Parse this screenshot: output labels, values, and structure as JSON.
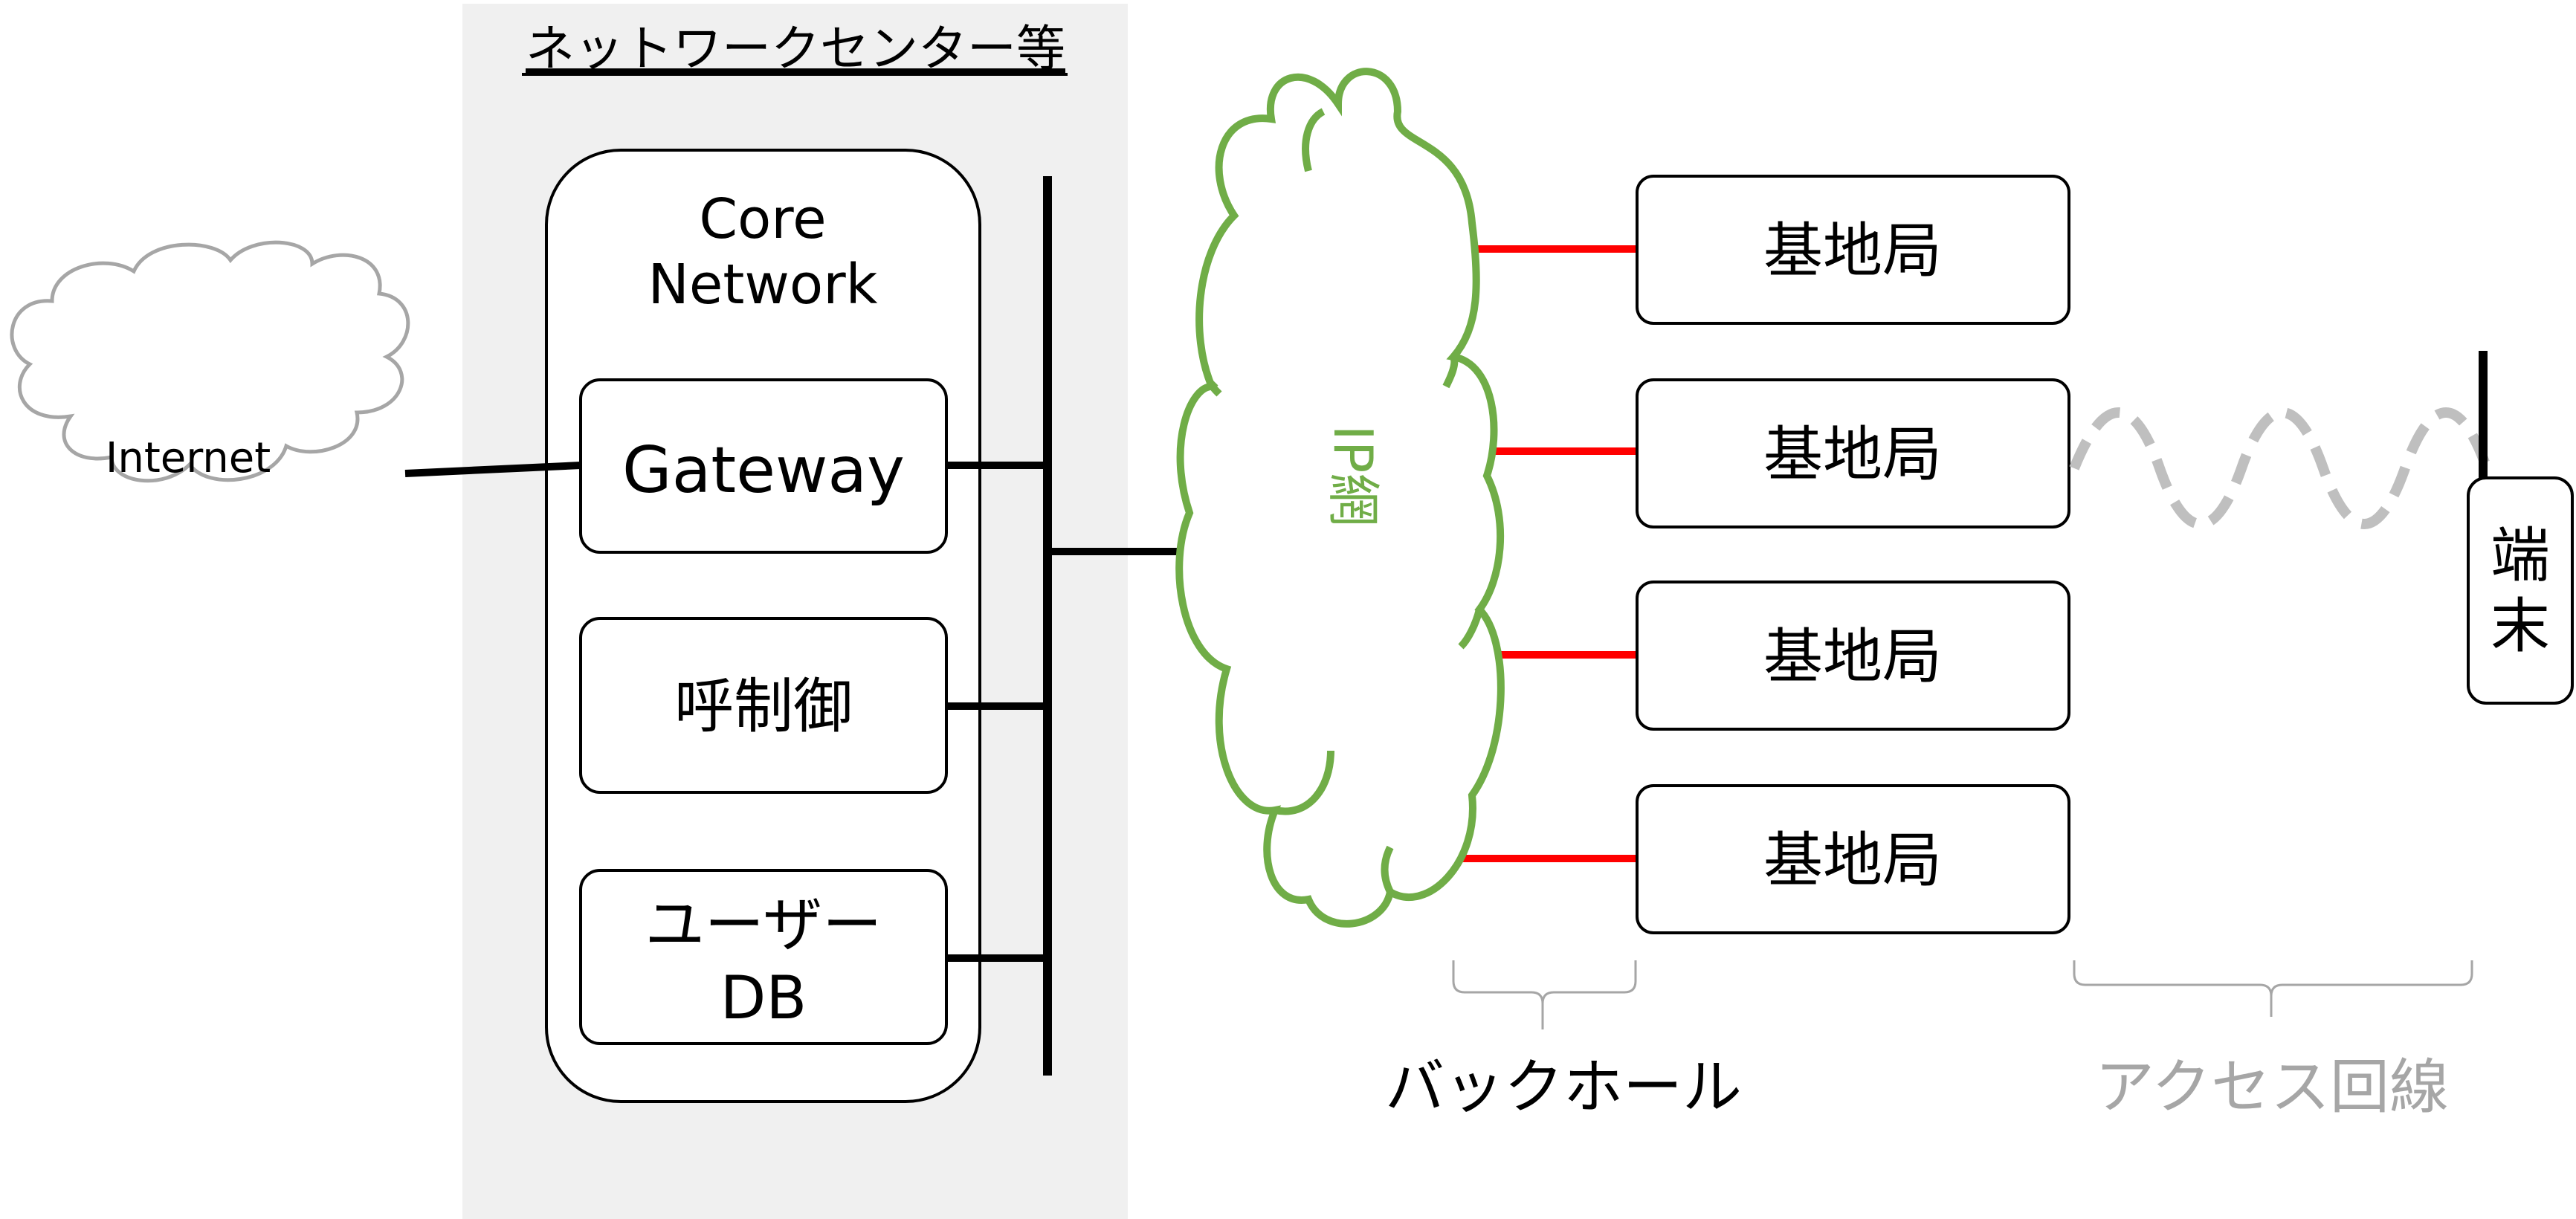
{
  "network_center_label": "ネットワークセンター等",
  "internet_label": "Internet",
  "core_network": {
    "line1": "Core",
    "line2": "Network"
  },
  "gateway_label": "Gateway",
  "call_control_label": "呼制御",
  "user_db": {
    "line1": "ユーザー",
    "line2": "DB"
  },
  "ip_network_label": "IP網",
  "base_stations": [
    {
      "label": "基地局"
    },
    {
      "label": "基地局"
    },
    {
      "label": "基地局"
    },
    {
      "label": "基地局"
    }
  ],
  "terminal_label": "端末",
  "backhaul_label": "バックホール",
  "access_line_label": "アクセス回線",
  "colors": {
    "network_center_bg": "#f0f0f0",
    "cloud_internet": "#a6a6a6",
    "cloud_ip": "#70ad47",
    "ip_text": "#70ad47",
    "backhaul_link": "#ff0000",
    "wireless_link": "#bfbfbf",
    "access_label": "#a6a6a6",
    "line": "#000000"
  }
}
